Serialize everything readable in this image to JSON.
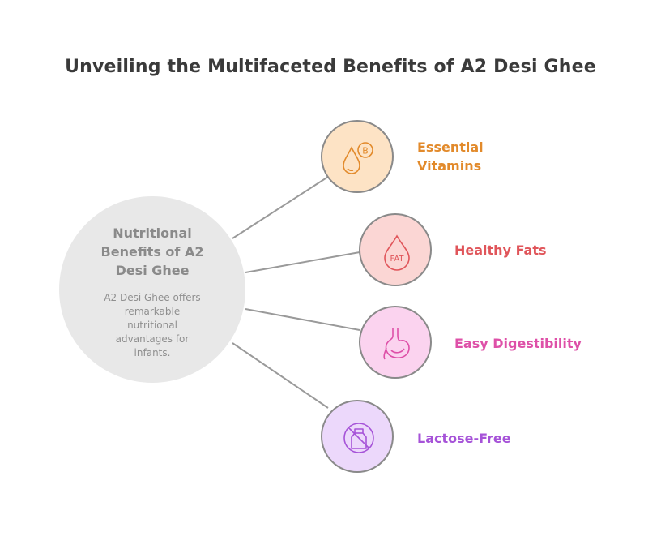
{
  "title": "Unveiling the Multifaceted Benefits of A2 Desi Ghee",
  "hub": {
    "title_lines": [
      "Nutritional",
      "Benefits of A2",
      "Desi Ghee"
    ],
    "desc_lines": [
      "A2 Desi Ghee offers",
      "remarkable",
      "nutritional",
      "advantages for",
      "infants."
    ]
  },
  "benefits": [
    {
      "label_lines": [
        "Essential",
        "Vitamins"
      ],
      "icon": "vitamin-b-drop-icon",
      "icon_text": "B",
      "color": "#e28a2b",
      "fill": "#fde3c5"
    },
    {
      "label_lines": [
        "Healthy Fats"
      ],
      "icon": "fat-drop-icon",
      "icon_text": "FAT",
      "color": "#e0555a",
      "fill": "#fbd6d4"
    },
    {
      "label_lines": [
        "Easy Digestibility"
      ],
      "icon": "stomach-icon",
      "icon_text": "",
      "color": "#de50a8",
      "fill": "#fbd3ef"
    },
    {
      "label_lines": [
        "Lactose-Free"
      ],
      "icon": "no-milk-icon",
      "icon_text": "",
      "color": "#a653d8",
      "fill": "#ecd8fb"
    }
  ]
}
